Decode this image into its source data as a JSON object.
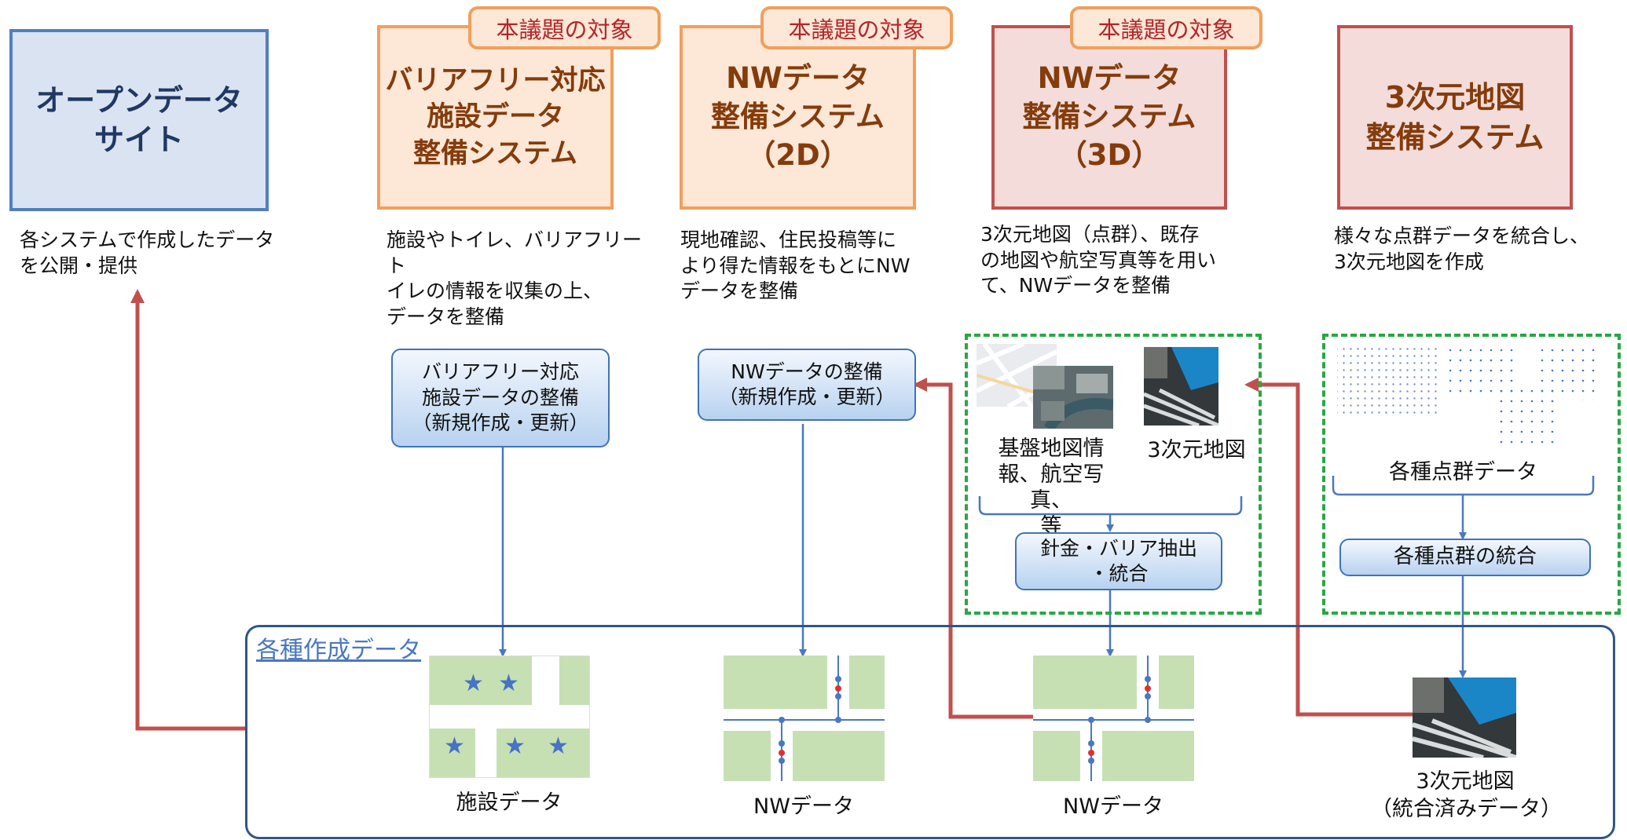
{
  "colors": {
    "accent_blue": "#3f73b6",
    "accent_red": "#c0504d",
    "accent_orange": "#f0a05c",
    "dashed_green": "#27a844",
    "map_green": "#c6e0b4"
  },
  "tag_label": "本議題の対象",
  "systems": [
    {
      "title": "オープンデータ\nサイト",
      "description": "各システムで作成したデータ\nを公開・提供"
    },
    {
      "title": "バリアフリー対応\n施設データ\n整備システム",
      "description": "施設やトイレ、バリアフリート\nイレの情報を収集の上、\nデータを整備"
    },
    {
      "title": "NWデータ\n整備システム\n（2D）",
      "description": "現地確認、住民投稿等に\nより得た情報をもとにNW\nデータを整備"
    },
    {
      "title": "NWデータ\n整備システム\n（3D）",
      "description": "3次元地図（点群）、既存\nの地図や航空写真等を用い\nて、NWデータを整備"
    },
    {
      "title": "3次元地図\n整備システム",
      "description": "様々な点群データを統合し、\n3次元地図を作成"
    }
  ],
  "processes": {
    "barrier_free": "バリアフリー対応\n施設データの整備\n（新規作成・更新）",
    "nw_2d": "NWデータの整備\n（新規作成・更新）",
    "extract": "針金・バリア抽出\n・統合",
    "integrate": "各種点群の統合"
  },
  "inputs": {
    "base_map": "基盤地図情\n報、航空写真、\n等",
    "map_3d": "3次元地図",
    "point_clouds": "各種点群データ"
  },
  "output_panel": {
    "title": "各種作成データ",
    "items": [
      "施設データ",
      "NWデータ",
      "NWデータ",
      "3次元地図\n（統合済みデータ）"
    ]
  }
}
